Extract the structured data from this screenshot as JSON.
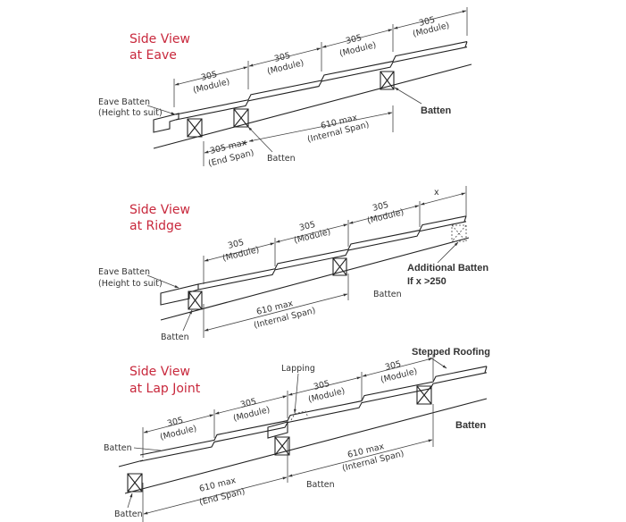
{
  "accent_color": "#c8283c",
  "panels": [
    {
      "title": [
        "Side View",
        "at Eave"
      ],
      "modules": [
        {
          "value": "305",
          "label": "(Module)"
        },
        {
          "value": "305",
          "label": "(Module)"
        },
        {
          "value": "305",
          "label": "(Module)"
        },
        {
          "value": "305",
          "label": "(Module)"
        }
      ],
      "eave_batten": [
        "Eave Batten",
        "(Height to suit)"
      ],
      "batten_bold": "Batten",
      "internal_span": [
        "610 max",
        "(Internal Span)"
      ],
      "end_span": [
        "305 max",
        "(End Span)"
      ],
      "batten_label": "Batten"
    },
    {
      "title": [
        "Side View",
        "at Ridge"
      ],
      "modules": [
        {
          "value": "305",
          "label": "(Module)"
        },
        {
          "value": "305",
          "label": "(Module)"
        },
        {
          "value": "305",
          "label": "(Module)"
        }
      ],
      "x_label": "x",
      "eave_batten": [
        "Eave Batten",
        "(Height to suit)"
      ],
      "additional_batten": [
        "Additional Batten",
        "If x >250"
      ],
      "batten_label": "Batten",
      "internal_span": [
        "610 max",
        "(Internal Span)"
      ],
      "batten_label_2": "Batten"
    },
    {
      "title": [
        "Side View",
        "at Lap Joint"
      ],
      "lapping": "Lapping",
      "stepped_roofing": "Stepped Roofing",
      "modules": [
        {
          "value": "305",
          "label": "(Module)"
        },
        {
          "value": "305",
          "label": "(Module)"
        },
        {
          "value": "305",
          "label": "(Module)"
        },
        {
          "value": "305",
          "label": "(Module)"
        }
      ],
      "batten_left": "Batten",
      "batten_bold": "Batten",
      "internal_span": [
        "610 max",
        "(Internal Span)"
      ],
      "end_span": [
        "610 max",
        "(End Span)"
      ],
      "batten_mid": "Batten",
      "batten_bottom": "Batten"
    }
  ]
}
